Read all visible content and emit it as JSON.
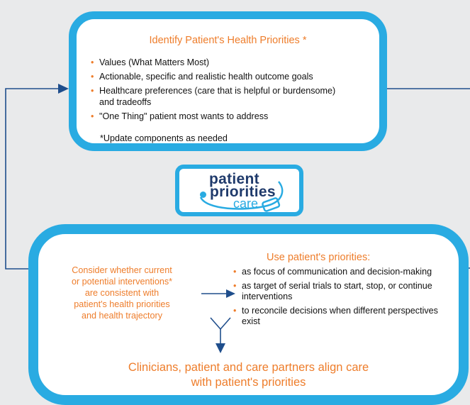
{
  "top_box": {
    "title": "Identify Patient's Health Priorities *",
    "items": [
      "Values (What Matters Most)",
      "Actionable, specific and realistic health outcome goals",
      "Healthcare preferences (care that is helpful or burdensome)",
      "\"One Thing\" patient most wants to address"
    ],
    "continuation": "and tradeoffs",
    "note": "*Update components as needed"
  },
  "logo": {
    "line1": "patient",
    "line2": "priorities",
    "line3": "care"
  },
  "bottom_box": {
    "left_text": [
      "Consider whether current",
      "or potential interventions*",
      "are consistent with",
      "patient's health priorities",
      "and health trajectory"
    ],
    "right_title": "Use patient's priorities:",
    "right_items": [
      "as focus of communication and decision-making",
      "as target of serial trials to start, stop, or continue interventions",
      "to reconcile decisions when different perspectives exist"
    ],
    "outcome_line1": "Clinicians, patient and care partners align care",
    "outcome_line2": "with patient's priorities"
  },
  "colors": {
    "box_border": "#29abe2",
    "arrow": "#1f4e8c",
    "accent_text": "#ee7d2b",
    "background": "#e9eaeb"
  }
}
